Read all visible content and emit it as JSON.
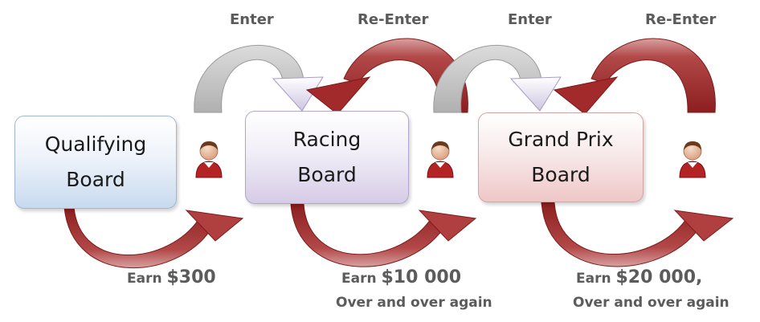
{
  "boards": [
    {
      "label": "Qualifying\nBoard"
    },
    {
      "label": "Racing\nBoard"
    },
    {
      "label": "Grand Prix\nBoard"
    }
  ],
  "transitions": {
    "enter_1": "Enter",
    "reenter_1": "Re-Enter",
    "enter_2": "Enter",
    "reenter_2": "Re-Enter"
  },
  "rewards": [
    {
      "prefix": "Earn",
      "amount": "$300",
      "note": ""
    },
    {
      "prefix": "Earn",
      "amount": "$10 000",
      "note": "Over and over again"
    },
    {
      "prefix": "Earn",
      "amount": "$20 000,",
      "note": "Over and over again"
    }
  ],
  "colors": {
    "red_arrow": "#a83434",
    "gray_arrow": "#b9b9b9",
    "text_gray": "#5b5b5b",
    "person_shirt": "#b52424"
  },
  "icons": [
    "user-icon",
    "user-icon",
    "user-icon"
  ]
}
